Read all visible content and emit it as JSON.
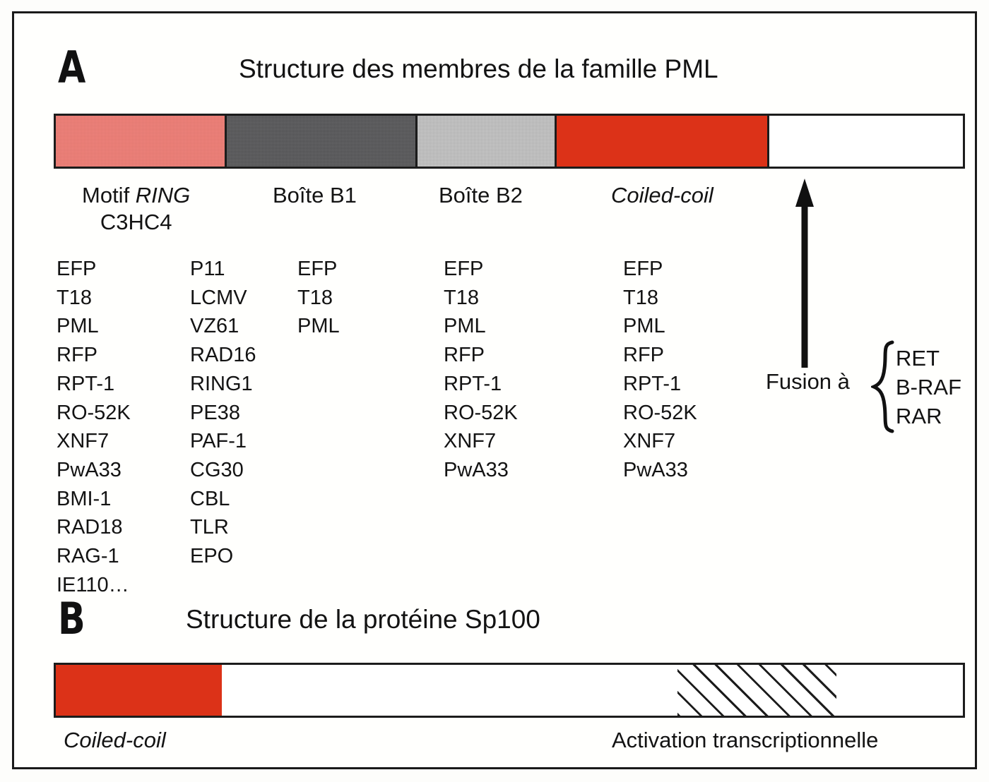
{
  "figure": {
    "panels": [
      {
        "letter": "A",
        "title": "Structure des membres de la famille PML"
      },
      {
        "letter": "B",
        "title": "Structure de la protéine Sp100"
      }
    ]
  },
  "panel_a": {
    "domains": [
      {
        "name": "ring",
        "label_main": "Motif ",
        "label_italic": "RING",
        "label_sub": "C3HC4",
        "color": "#f4847c"
      },
      {
        "name": "b1",
        "label_main": "Boîte B1",
        "color": "#58585a"
      },
      {
        "name": "b2",
        "label_main": "Boîte B2",
        "color": "#cfcfcf"
      },
      {
        "name": "coiled-coil",
        "label_main": "Coiled-coil",
        "color": "#dc3218"
      },
      {
        "name": "tail",
        "label_main": "",
        "color": "#ffffff"
      }
    ],
    "protein_lists": {
      "ring_column_1": "EFP\nT18\nPML\nRFP\nRPT-1\nRO-52K\nXNF7\nPwA33\nBMI-1\nRAD18\nRAG-1\nIE110…",
      "ring_column_2": "P11\nLCMV\nVZ61\nRAD16\nRING1\nPE38\nPAF-1\nCG30\nCBL\nTLR\nEPO",
      "b1_column": "EFP\nT18\nPML",
      "b2_column": "EFP\nT18\nPML\nRFP\nRPT-1\nRO-52K\nXNF7\nPwA33",
      "coil_column": "EFP\nT18\nPML\nRFP\nRPT-1\nRO-52K\nXNF7\nPwA33"
    },
    "fusion": {
      "label": "Fusion à",
      "targets": "RET\nB-RAF\nRAR",
      "arrow_direction": "up"
    }
  },
  "panel_b": {
    "segments": [
      {
        "name": "coiled-coil",
        "color": "#dc3218",
        "fill": "solid"
      },
      {
        "name": "spacer-1",
        "color": "#ffffff",
        "fill": "solid"
      },
      {
        "name": "activation-domain",
        "color": "#ffffff",
        "fill": "diagonal-hatch"
      },
      {
        "name": "spacer-2",
        "color": "#ffffff",
        "fill": "solid"
      }
    ],
    "labels": {
      "coiled_coil": "Coiled-coil",
      "activation": "Activation transcriptionnelle"
    }
  },
  "colors": {
    "ring_pink": "#f4847c",
    "b1_dark_gray": "#58585a",
    "b2_light_gray": "#cfcfcf",
    "coiled_coil_red": "#dc3218",
    "ink": "#131313",
    "background": "#fffffd"
  }
}
